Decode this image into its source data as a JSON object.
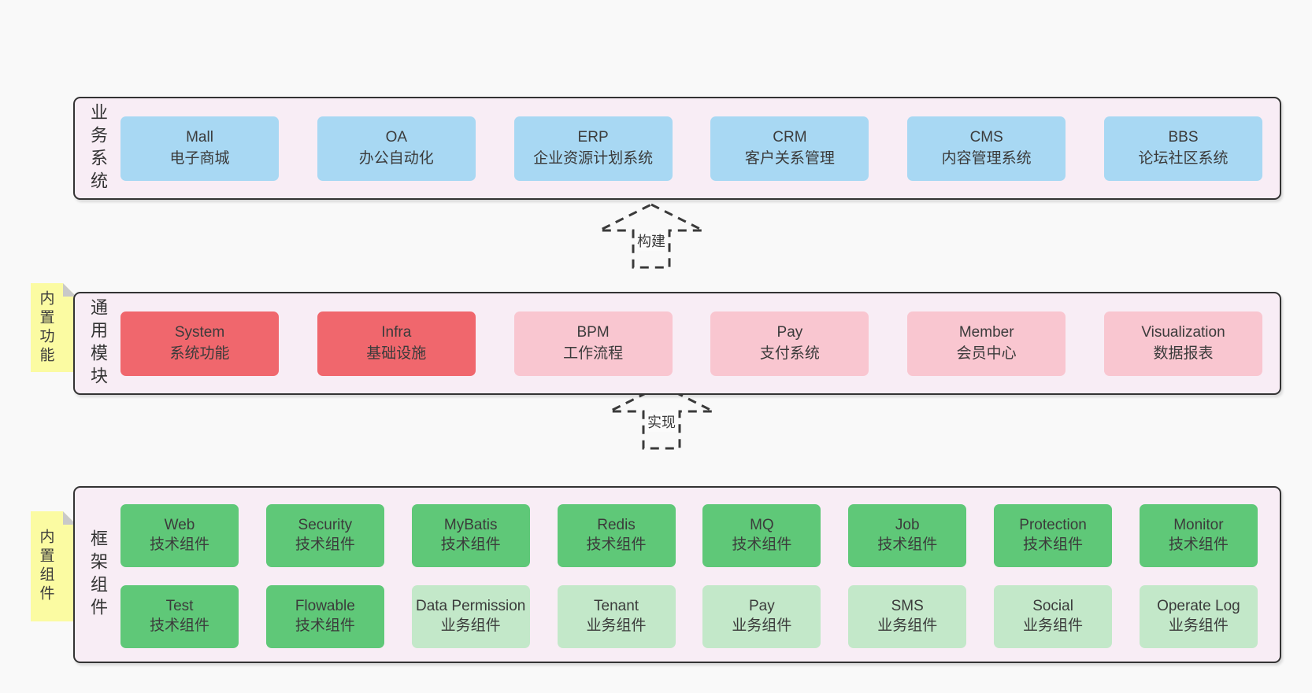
{
  "colors": {
    "panel_background": "#f8edf5",
    "panel_border": "#333333",
    "blue_box": "#a8d8f3",
    "red_box": "#f0676d",
    "pink_box": "#f9c6d0",
    "green_box": "#5fc878",
    "light_green_box": "#c3e8c9",
    "sticky_yellow": "#fbfba2",
    "page_background": "#f9f9f9"
  },
  "arrows": {
    "build": "构建",
    "implement": "实现"
  },
  "layer1": {
    "label": "业务系统",
    "boxes": [
      {
        "title": "Mall",
        "subtitle": "电子商城"
      },
      {
        "title": "OA",
        "subtitle": "办公自动化"
      },
      {
        "title": "ERP",
        "subtitle": "企业资源计划系统"
      },
      {
        "title": "CRM",
        "subtitle": "客户关系管理"
      },
      {
        "title": "CMS",
        "subtitle": "内容管理系统"
      },
      {
        "title": "BBS",
        "subtitle": "论坛社区系统"
      }
    ]
  },
  "layer2": {
    "label": "通用模块",
    "note": "内置功能",
    "boxes": [
      {
        "title": "System",
        "subtitle": "系统功能"
      },
      {
        "title": "Infra",
        "subtitle": "基础设施"
      },
      {
        "title": "BPM",
        "subtitle": "工作流程"
      },
      {
        "title": "Pay",
        "subtitle": "支付系统"
      },
      {
        "title": "Member",
        "subtitle": "会员中心"
      },
      {
        "title": "Visualization",
        "subtitle": "数据报表"
      }
    ]
  },
  "layer3": {
    "label": "框架组件",
    "note": "内置组件",
    "row1": [
      {
        "title": "Web",
        "subtitle": "技术组件"
      },
      {
        "title": "Security",
        "subtitle": "技术组件"
      },
      {
        "title": "MyBatis",
        "subtitle": "技术组件"
      },
      {
        "title": "Redis",
        "subtitle": "技术组件"
      },
      {
        "title": "MQ",
        "subtitle": "技术组件"
      },
      {
        "title": "Job",
        "subtitle": "技术组件"
      },
      {
        "title": "Protection",
        "subtitle": "技术组件"
      },
      {
        "title": "Monitor",
        "subtitle": "技术组件"
      }
    ],
    "row2": [
      {
        "title": "Test",
        "subtitle": "技术组件"
      },
      {
        "title": "Flowable",
        "subtitle": "技术组件"
      },
      {
        "title": "Data Permission",
        "subtitle": "业务组件"
      },
      {
        "title": "Tenant",
        "subtitle": "业务组件"
      },
      {
        "title": "Pay",
        "subtitle": "业务组件"
      },
      {
        "title": "SMS",
        "subtitle": "业务组件"
      },
      {
        "title": "Social",
        "subtitle": "业务组件"
      },
      {
        "title": "Operate Log",
        "subtitle": "业务组件"
      }
    ]
  }
}
